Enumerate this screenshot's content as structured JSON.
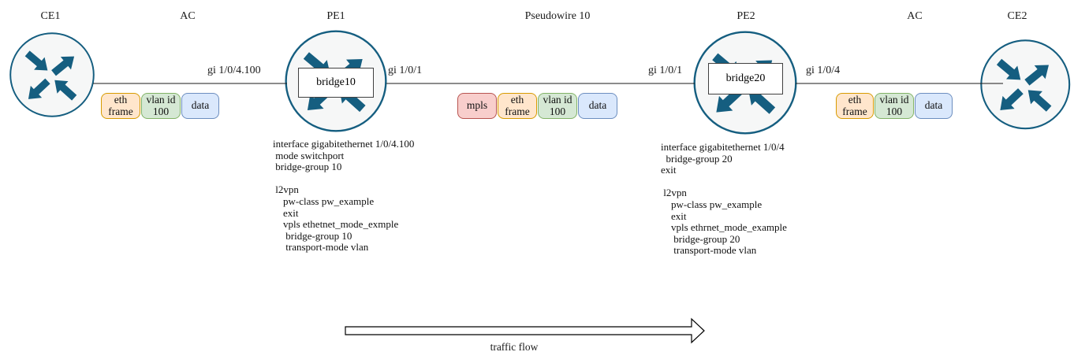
{
  "node_labels": {
    "ce1": "CE1",
    "ac_left": "AC",
    "pe1": "PE1",
    "pseudowire": "Pseudowire 10",
    "pe2": "PE2",
    "ac_right": "AC",
    "ce2": "CE2"
  },
  "interface_labels": {
    "pe1_left": "gi 1/0/4.100",
    "pe1_right": "gi 1/0/1",
    "pe2_left": "gi 1/0/1",
    "pe2_right": "gi 1/0/4"
  },
  "bridges": {
    "pe1": "bridge10",
    "pe2": "bridge20"
  },
  "frames": {
    "ac_left": [
      "eth\nframe",
      "vlan id\n100",
      "data"
    ],
    "pseudowire": [
      "mpls",
      "eth\nframe",
      "vlan id\n100",
      "data"
    ],
    "ac_right": [
      "eth\nframe",
      "vlan id\n100",
      "data"
    ]
  },
  "configs": {
    "pe1": "interface gigabitethernet 1/0/4.100\n mode switchport\n bridge-group 10\n\n l2vpn\n    pw-class pw_example\n    exit\n    vpls ethetnet_mode_exmple\n     bridge-group 10\n     transport-mode vlan",
    "pe2": "interface gigabitethernet 1/0/4\n  bridge-group 20\nexit\n\n l2vpn\n    pw-class pw_example\n    exit\n    vpls ethrnet_mode_example\n     bridge-group 20\n     transport-mode vlan"
  },
  "traffic_flow_label": "traffic flow",
  "colors": {
    "router_stroke": "#155e80",
    "router_fill": "#f6f7f7",
    "line": "#1a1a1a",
    "bridge_border": "#404040",
    "frame_orange_fill": "#ffe6cc",
    "frame_orange_border": "#d79b00",
    "frame_green_fill": "#d5e8d4",
    "frame_green_border": "#82b366",
    "frame_blue_fill": "#dae8fc",
    "frame_blue_border": "#6c8ebf",
    "frame_red_fill": "#f8cecc",
    "frame_red_border": "#b85450"
  }
}
